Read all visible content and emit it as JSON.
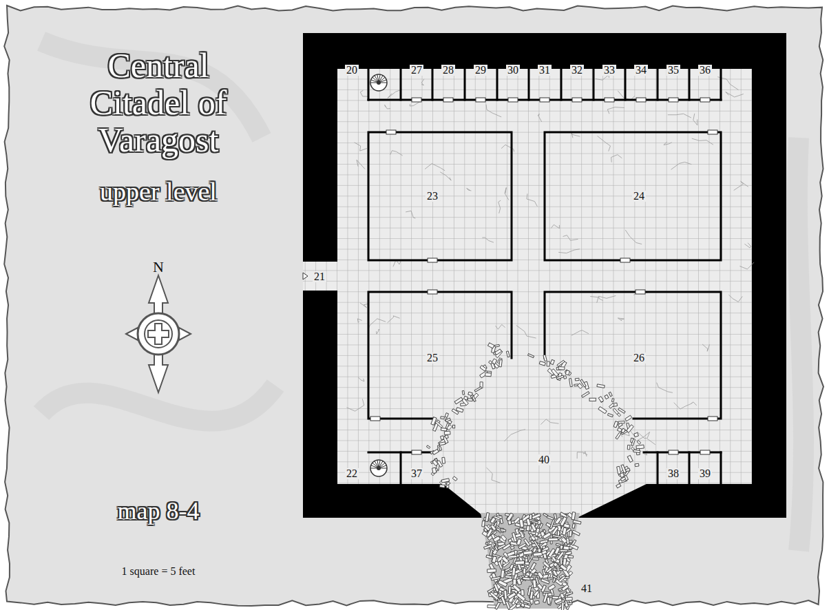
{
  "diagram": {
    "title": "Central Citadel of Varagost",
    "labels": [
      "upper level",
      "N",
      "map 8-4",
      "1 square = 5 feet",
      "20",
      "27",
      "28",
      "29",
      "30",
      "31",
      "32",
      "33",
      "34",
      "35",
      "36",
      "21",
      "23",
      "24",
      "25",
      "26",
      "40",
      "22",
      "37",
      "38",
      "39",
      "41"
    ]
  }
}
